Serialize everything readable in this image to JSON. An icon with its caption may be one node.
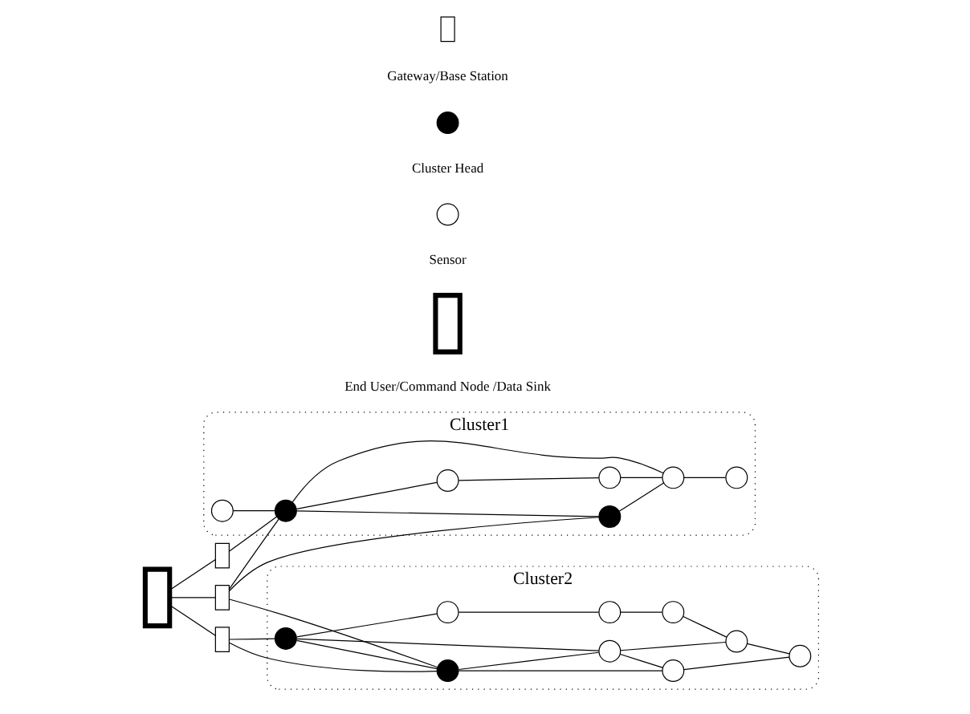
{
  "diagram": {
    "nodes": [
      {
        "text": [
          "Cluster1"
        ]
      },
      {
        "text": [
          "Cluster2"
        ]
      },
      {
        "text": [],
        "shape": "circle",
        "in": 0
      },
      {
        "text": [],
        "shape": "circle",
        "in": 0
      },
      {
        "text": [],
        "shape": "circle",
        "in": 0
      },
      {
        "text": [],
        "shape": "circle",
        "in": 0
      },
      {
        "text": [],
        "shape": "circle",
        "in": 0
      },
      {
        "text": [],
        "shape": "circle",
        "in": 0
      },
      {
        "text": [],
        "shape": "circle",
        "in": 0
      },
      {
        "text": [],
        "shape": "circle",
        "in": 1
      },
      {
        "text": [],
        "shape": "circle",
        "in": 1
      },
      {
        "text": [],
        "shape": "circle",
        "in": 1
      },
      {
        "text": [],
        "shape": "circle",
        "in": 1
      },
      {
        "text": [],
        "shape": "circle",
        "in": 1
      },
      {
        "text": [],
        "shape": "circle",
        "in": 1
      },
      {
        "text": [],
        "shape": "circle",
        "in": 1
      },
      {
        "text": [],
        "shape": "circle",
        "in": 1
      },
      {
        "text": [],
        "shape": "circle",
        "in": 1
      },
      {
        "text": [],
        "shape": "box"
      },
      {
        "text": [],
        "shape": "box"
      },
      {
        "text": [],
        "shape": "box"
      },
      {
        "text": [],
        "shape": "box"
      },
      {
        "text": [],
        "shape": "box"
      },
      {
        "text": [],
        "shape": "circle"
      },
      {
        "text": [],
        "shape": "circle"
      },
      {
        "text": [],
        "shape": "box"
      }
    ],
    "edges": [
      {
        "from": 2,
        "to": 5,
        "arrow": "none"
      },
      {
        "from": 5,
        "to": 3,
        "arrow": "none"
      },
      {
        "from": 3,
        "to": 4,
        "arrow": "none"
      },
      {
        "from": 4,
        "to": 7,
        "arrow": "none"
      },
      {
        "from": 5,
        "to": 7,
        "arrow": "none"
      },
      {
        "from": 5,
        "to": 6,
        "arrow": "none"
      },
      {
        "from": 6,
        "to": 7,
        "arrow": "none"
      },
      {
        "from": 7,
        "to": 8,
        "arrow": "none"
      },
      {
        "from": 9,
        "to": 10,
        "arrow": "none"
      },
      {
        "from": 11,
        "to": 9,
        "arrow": "none"
      },
      {
        "from": 10,
        "to": 12,
        "arrow": "none"
      },
      {
        "from": 12,
        "to": 15,
        "arrow": "none"
      },
      {
        "from": 11,
        "to": 13,
        "arrow": "none"
      },
      {
        "from": 11,
        "to": 14,
        "arrow": "none"
      },
      {
        "from": 13,
        "to": 14,
        "arrow": "none"
      },
      {
        "from": 14,
        "to": 15,
        "arrow": "none"
      },
      {
        "from": 15,
        "to": 16,
        "arrow": "none"
      },
      {
        "from": 13,
        "to": 17,
        "arrow": "none"
      },
      {
        "from": 14,
        "to": 17,
        "arrow": "none"
      },
      {
        "from": 17,
        "to": 16,
        "arrow": "none"
      },
      {
        "from": 18,
        "to": 19,
        "arrow": "none"
      },
      {
        "from": 18,
        "to": 20,
        "arrow": "none"
      },
      {
        "from": 18,
        "to": 21,
        "arrow": "none"
      },
      {
        "from": 19,
        "to": 5,
        "arrow": "none"
      },
      {
        "from": 20,
        "to": 5,
        "arrow": "none"
      },
      {
        "from": 20,
        "to": 6,
        "arrow": "none"
      },
      {
        "from": 20,
        "to": 13,
        "arrow": "none"
      },
      {
        "from": 21,
        "to": 11,
        "arrow": "none"
      },
      {
        "from": 21,
        "to": 13,
        "arrow": "none"
      }
    ],
    "legend": [
      {
        "text": "Gateway/Base Station"
      },
      {
        "text": "Cluster Head"
      },
      {
        "text": "Sensor"
      },
      {
        "text": "End User/Command Node /Data Sink"
      }
    ]
  }
}
